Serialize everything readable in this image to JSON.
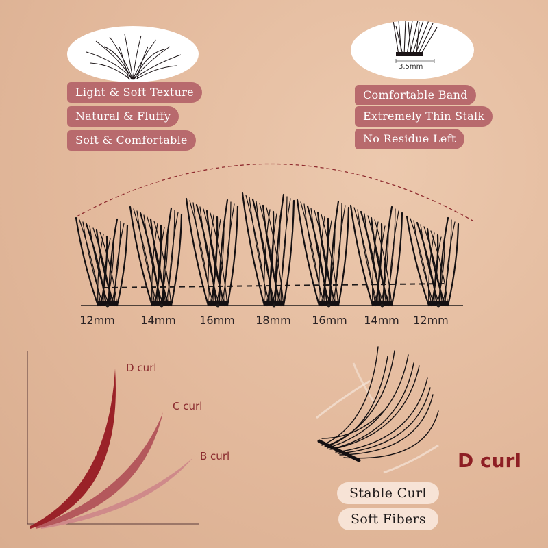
{
  "top_left": {
    "features": [
      "Light & Soft Texture",
      "Natural & Fluffy",
      "Soft & Comfortable"
    ]
  },
  "top_right": {
    "band_width_label": "3.5mm",
    "features": [
      "Comfortable Band",
      "Extremely Thin Stalk",
      "No Residue Left"
    ]
  },
  "lengths": [
    "12mm",
    "14mm",
    "16mm",
    "18mm",
    "16mm",
    "14mm",
    "12mm"
  ],
  "curl_chart": {
    "curls": [
      "D curl",
      "C curl",
      "B curl"
    ]
  },
  "curl_detail": {
    "name": "D curl",
    "features": [
      "Stable Curl",
      "Soft Fibers"
    ]
  },
  "colors": {
    "pill_dark": "#b86a6d",
    "pill_light": "#f7e3d6",
    "curl_d": "#9a2228",
    "curl_c": "#b4585c",
    "curl_b": "#cf8a8a"
  }
}
